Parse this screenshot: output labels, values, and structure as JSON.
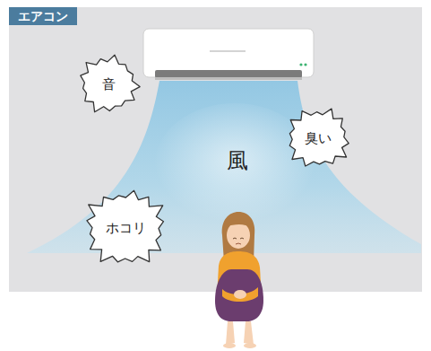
{
  "diagram": {
    "title": "エアコン",
    "nodes": [
      {
        "text": [
          "音"
        ]
      },
      {
        "text": [
          "臭い"
        ]
      },
      {
        "text": [
          "ホコリ"
        ]
      }
    ],
    "labels": [
      "風"
    ]
  }
}
